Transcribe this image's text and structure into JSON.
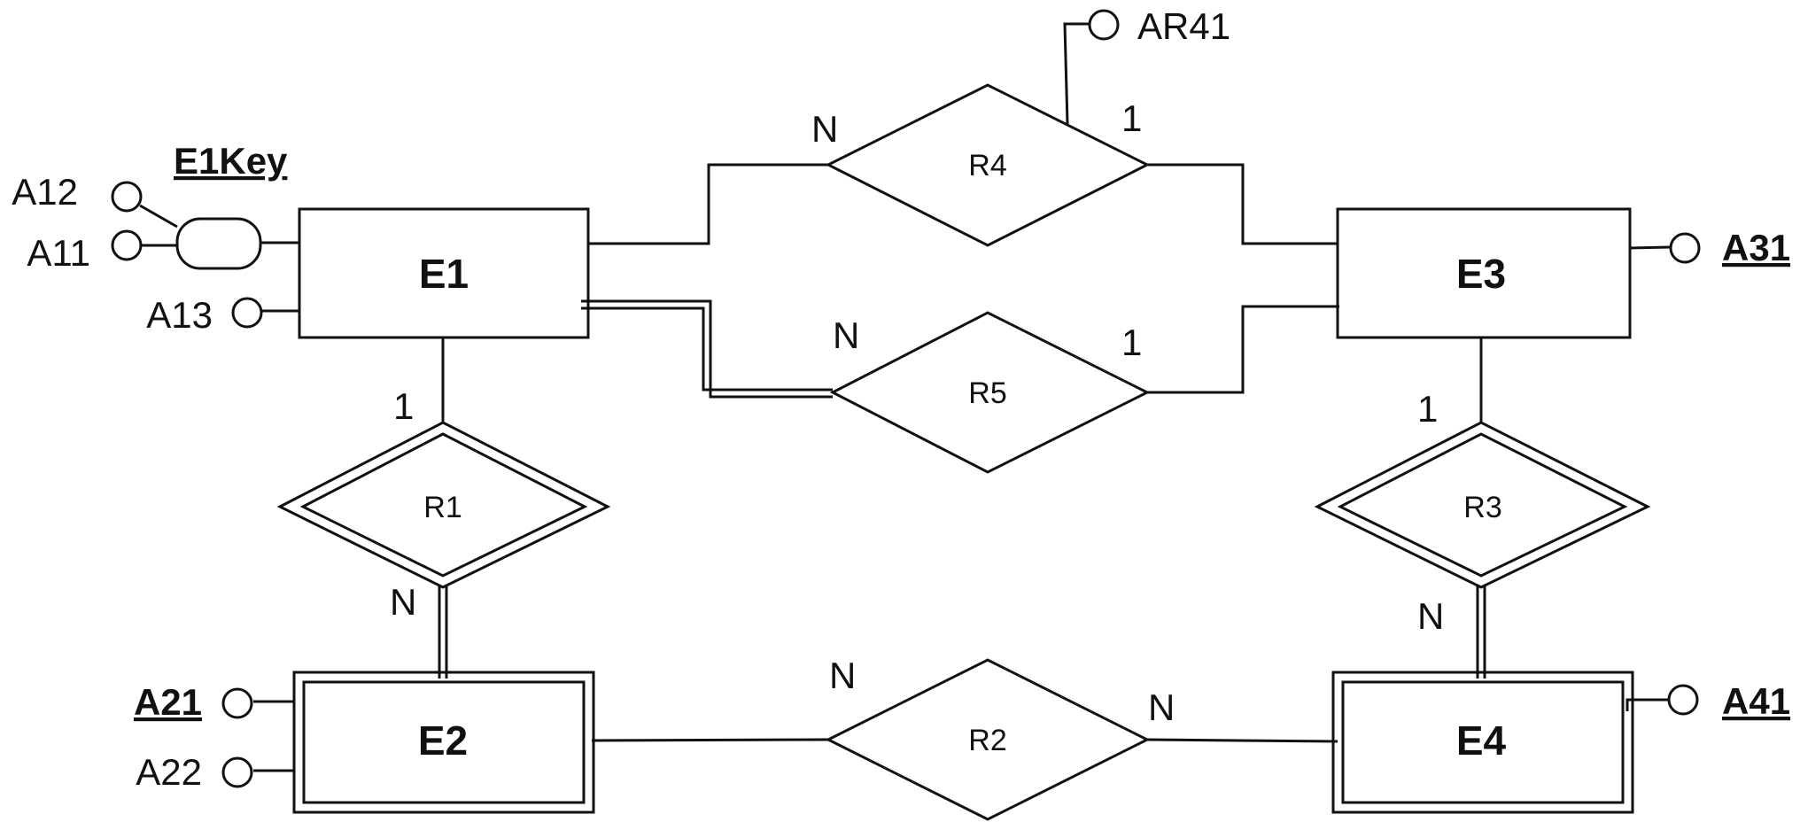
{
  "entities": {
    "e1": "E1",
    "e2": "E2",
    "e3": "E3",
    "e4": "E4"
  },
  "relationships": {
    "r1": "R1",
    "r2": "R2",
    "r3": "R3",
    "r4": "R4",
    "r5": "R5"
  },
  "attributes": {
    "e1key": "E1Key",
    "a11": "A11",
    "a12": "A12",
    "a13": "A13",
    "a21": "A21",
    "a22": "A22",
    "a31": "A31",
    "a41": "A41",
    "ar41": "AR41"
  },
  "cardinalities": {
    "r4_e1": "N",
    "r4_e3": "1",
    "r5_e1": "N",
    "r5_e3": "1",
    "r1_e1": "1",
    "r1_e2": "N",
    "r3_e3": "1",
    "r3_e4": "N",
    "r2_e2": "N",
    "r2_e4": "N"
  }
}
